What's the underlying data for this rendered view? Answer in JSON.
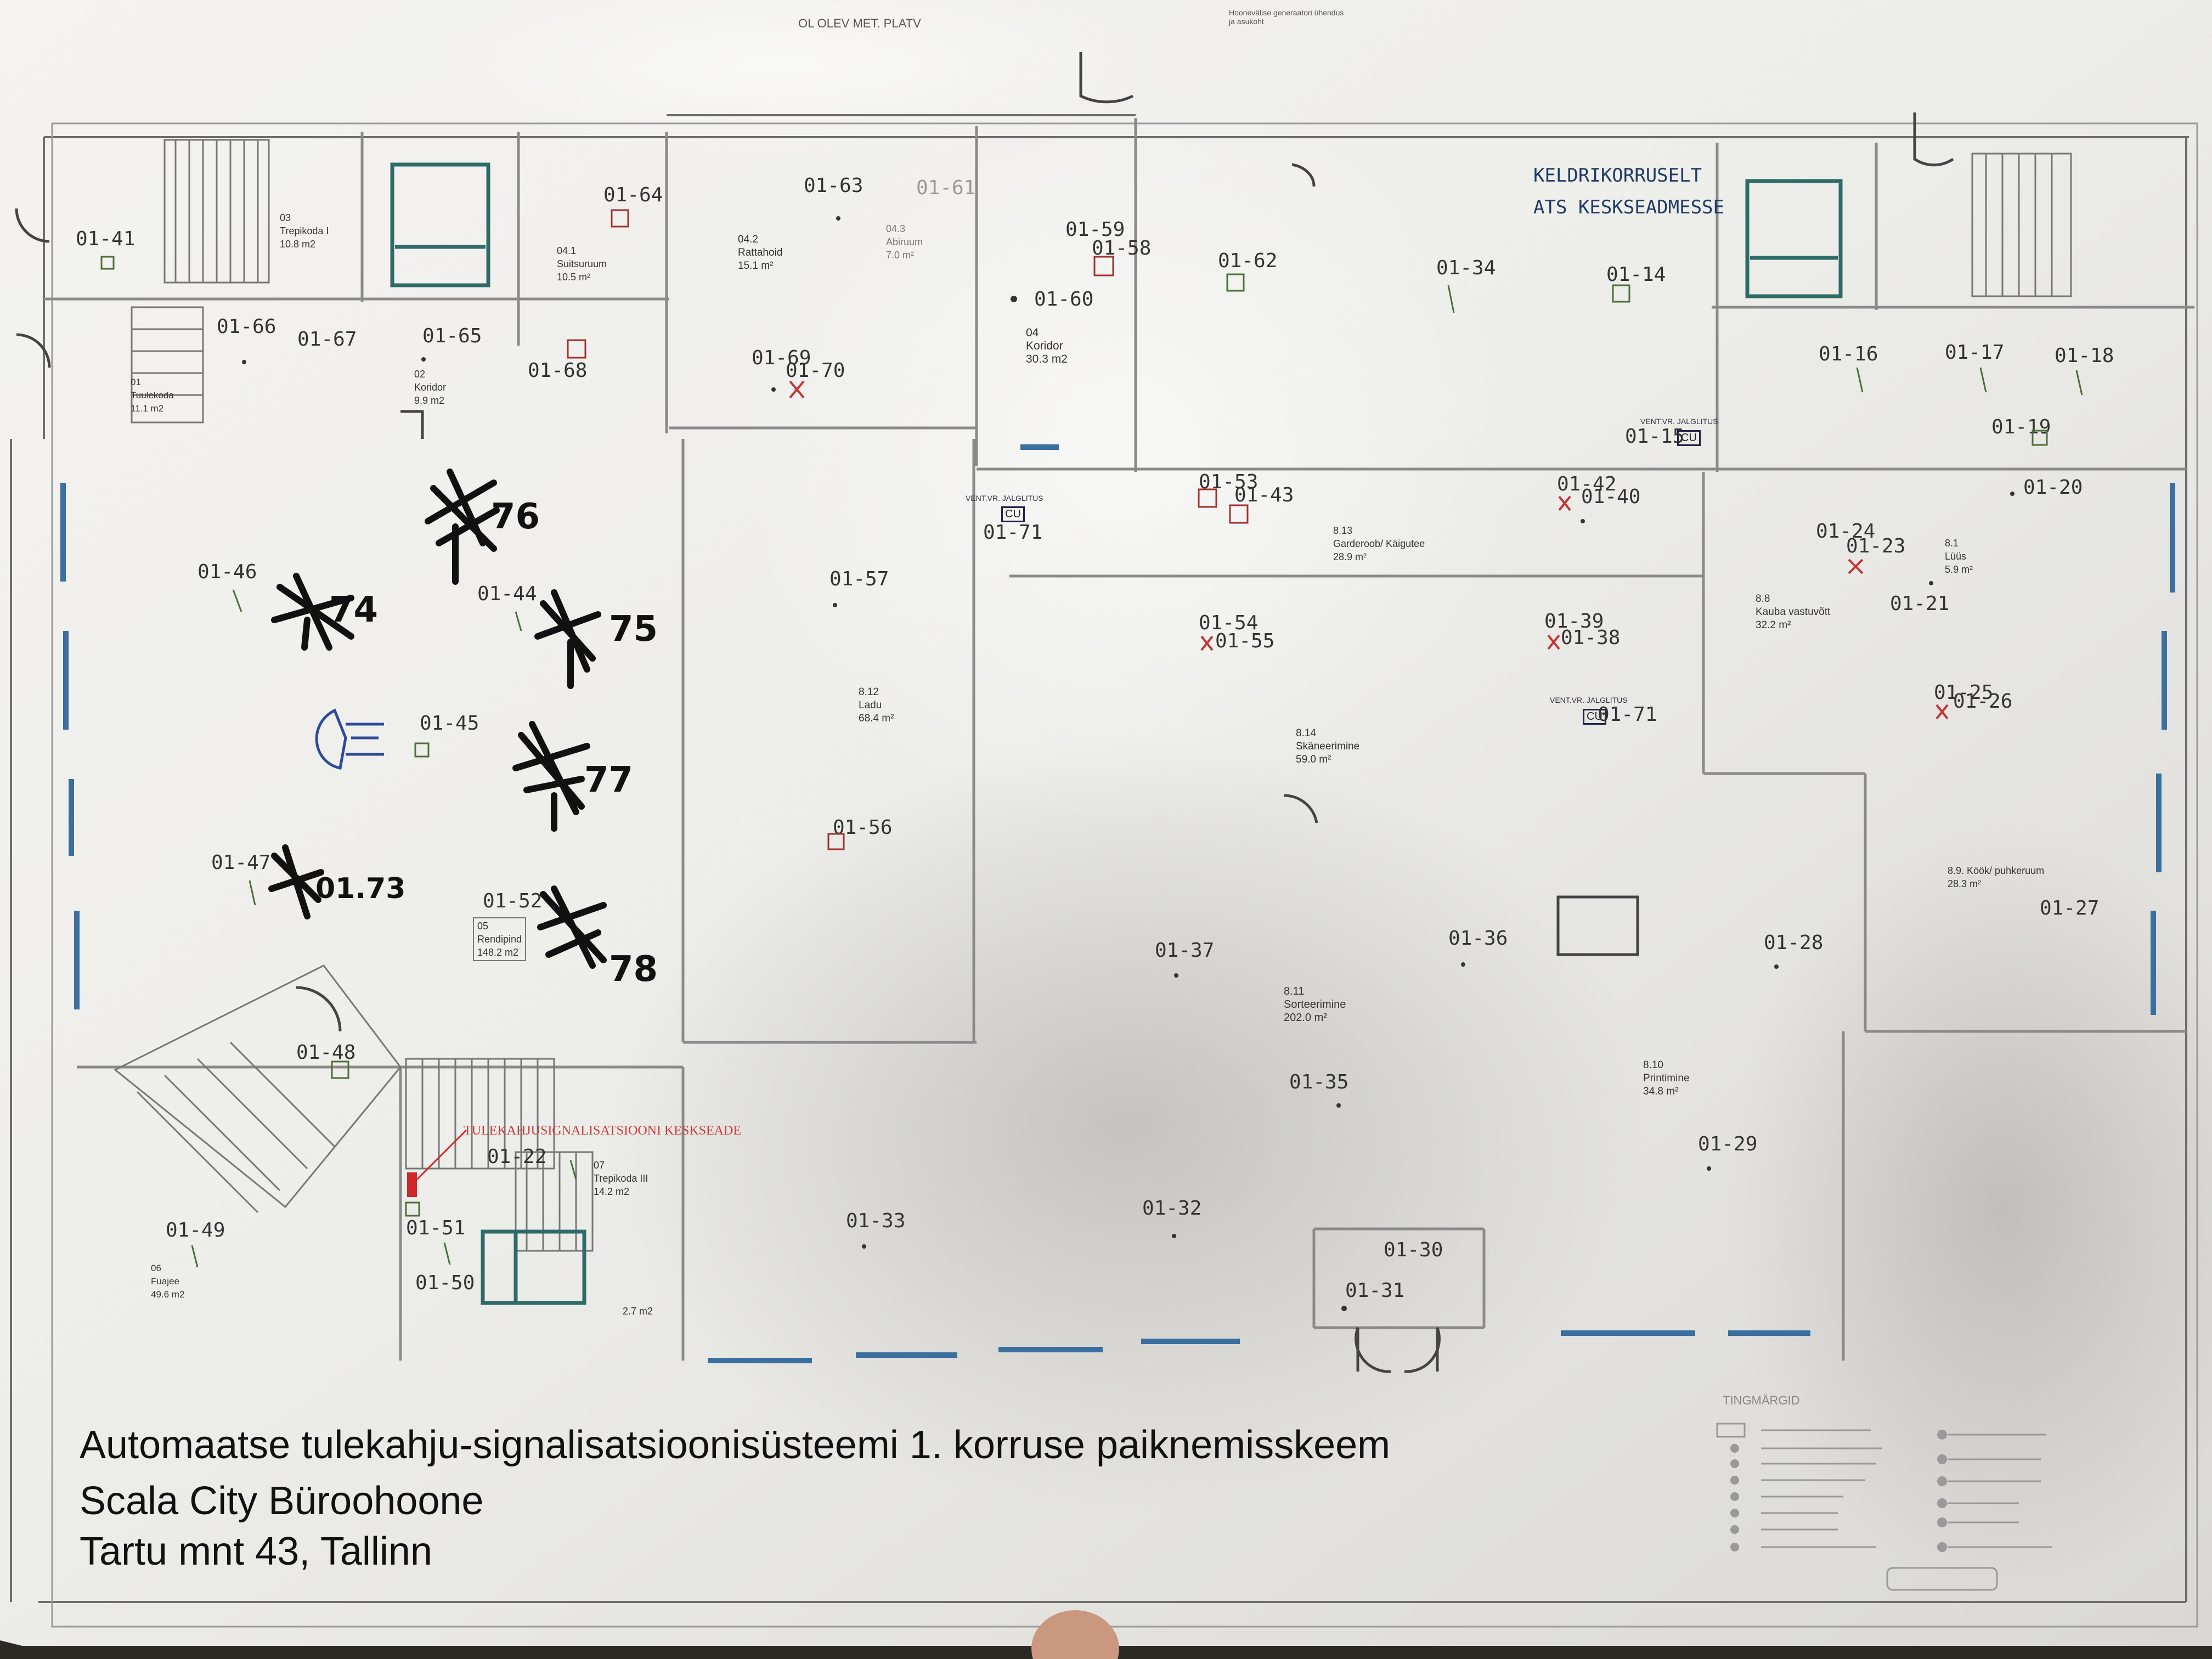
{
  "header_notes": {
    "top_label": "OL OLEV MET. PLATV",
    "generator_note": "Hoonevälise generaatori ühendus ja asukoht"
  },
  "annotations": {
    "ats_line1": "KELDRIKORRUSELT",
    "ats_line2": "ATS KESKSEADMESSE",
    "fire_panel": "TULEKAHJUSIGNALISATSIOONI KESKSEADE",
    "vent_label": "VENT.VR. JALGLITUS",
    "cu_label": "CU"
  },
  "detectors": {
    "d41": "01-41",
    "d64": "01-64",
    "d63": "01-63",
    "d61": "01-61",
    "d59": "01-59",
    "d58": "01-58",
    "d60": "01-60",
    "d62": "01-62",
    "d34": "01-34",
    "d14": "01-14",
    "d66": "01-66",
    "d67": "01-67",
    "d65": "01-65",
    "d68": "01-68",
    "d69": "01-69",
    "d70": "01-70",
    "d16": "01-16",
    "d17": "01-17",
    "d18": "01-18",
    "d19": "01-19",
    "d15": "01-15",
    "d71a": "01-71",
    "d53": "01-53",
    "d43": "01-43",
    "d42": "01-42",
    "d40": "01-40",
    "d20": "01-20",
    "d24": "01-24",
    "d23": "01-23",
    "d21": "01-21",
    "d46": "01-46",
    "d44": "01-44",
    "d57": "01-57",
    "d54": "01-54",
    "d55": "01-55",
    "d39": "01-39",
    "d38": "01-38",
    "d71b": "01-71",
    "d25": "01-25",
    "d26": "01-26",
    "d45": "01-45",
    "d56": "01-56",
    "d47": "01-47",
    "d52": "01-52",
    "d37": "01-37",
    "d36": "01-36",
    "d28": "01-28",
    "d27": "01-27",
    "d48": "01-48",
    "d35": "01-35",
    "d22": "01-22",
    "d29": "01-29",
    "d49": "01-49",
    "d51": "01-51",
    "d50": "01-50",
    "d33": "01-33",
    "d32": "01-32",
    "d30": "01-30",
    "d31": "01-31"
  },
  "handwritten": {
    "h76": "76",
    "h74": "74",
    "h75": "75",
    "h77": "77",
    "h73": "01.73",
    "h78": "78"
  },
  "rooms": {
    "r03": "03\nTrepikoda I\n10.8 m2",
    "r041": "04.1\nSuitsuruum\n10.5 m²",
    "r042": "04.2\nRattahoid\n15.1 m²",
    "r043": "04.3\nAbiruum\n7.0 m²",
    "r04": "04\nKoridor\n30.3 m2",
    "r01": "01\nTuulekoda\n11.1 m2",
    "r02": "02\nKoridor\n9.9 m2",
    "r813": "8.13\nGarderoob/ Käigutee\n28.9 m²",
    "r81": "8.1\nLüüs\n5.9 m²",
    "r88": "8.8\nKauba vastuvõtt\n32.2 m²",
    "r812": "8.12\nLadu\n68.4 m²",
    "r814": "8.14\nSkäneerimine\n59.0 m²",
    "r05": "05\nRendipind\n148.2 m2",
    "r89": "8.9. Köök/ puhkeruum\n28.3 m²",
    "r811": "8.11\nSorteerimine\n202.0 m²",
    "r810": "8.10\nPrintimine\n34.8 m²",
    "r07": "07\nTrepikoda III\n14.2 m2",
    "r06": "06\nFuajee\n49.6 m2",
    "r_small": "2.7 m2"
  },
  "title_block": {
    "line1": "Automaatse tulekahju-signalisatsioonisüsteemi 1. korruse paiknemisskeem",
    "line2": "Scala City Büroohoone",
    "line3": "Tartu mnt 43, Tallinn"
  },
  "legend": {
    "heading": "TINGMÄRGID"
  }
}
